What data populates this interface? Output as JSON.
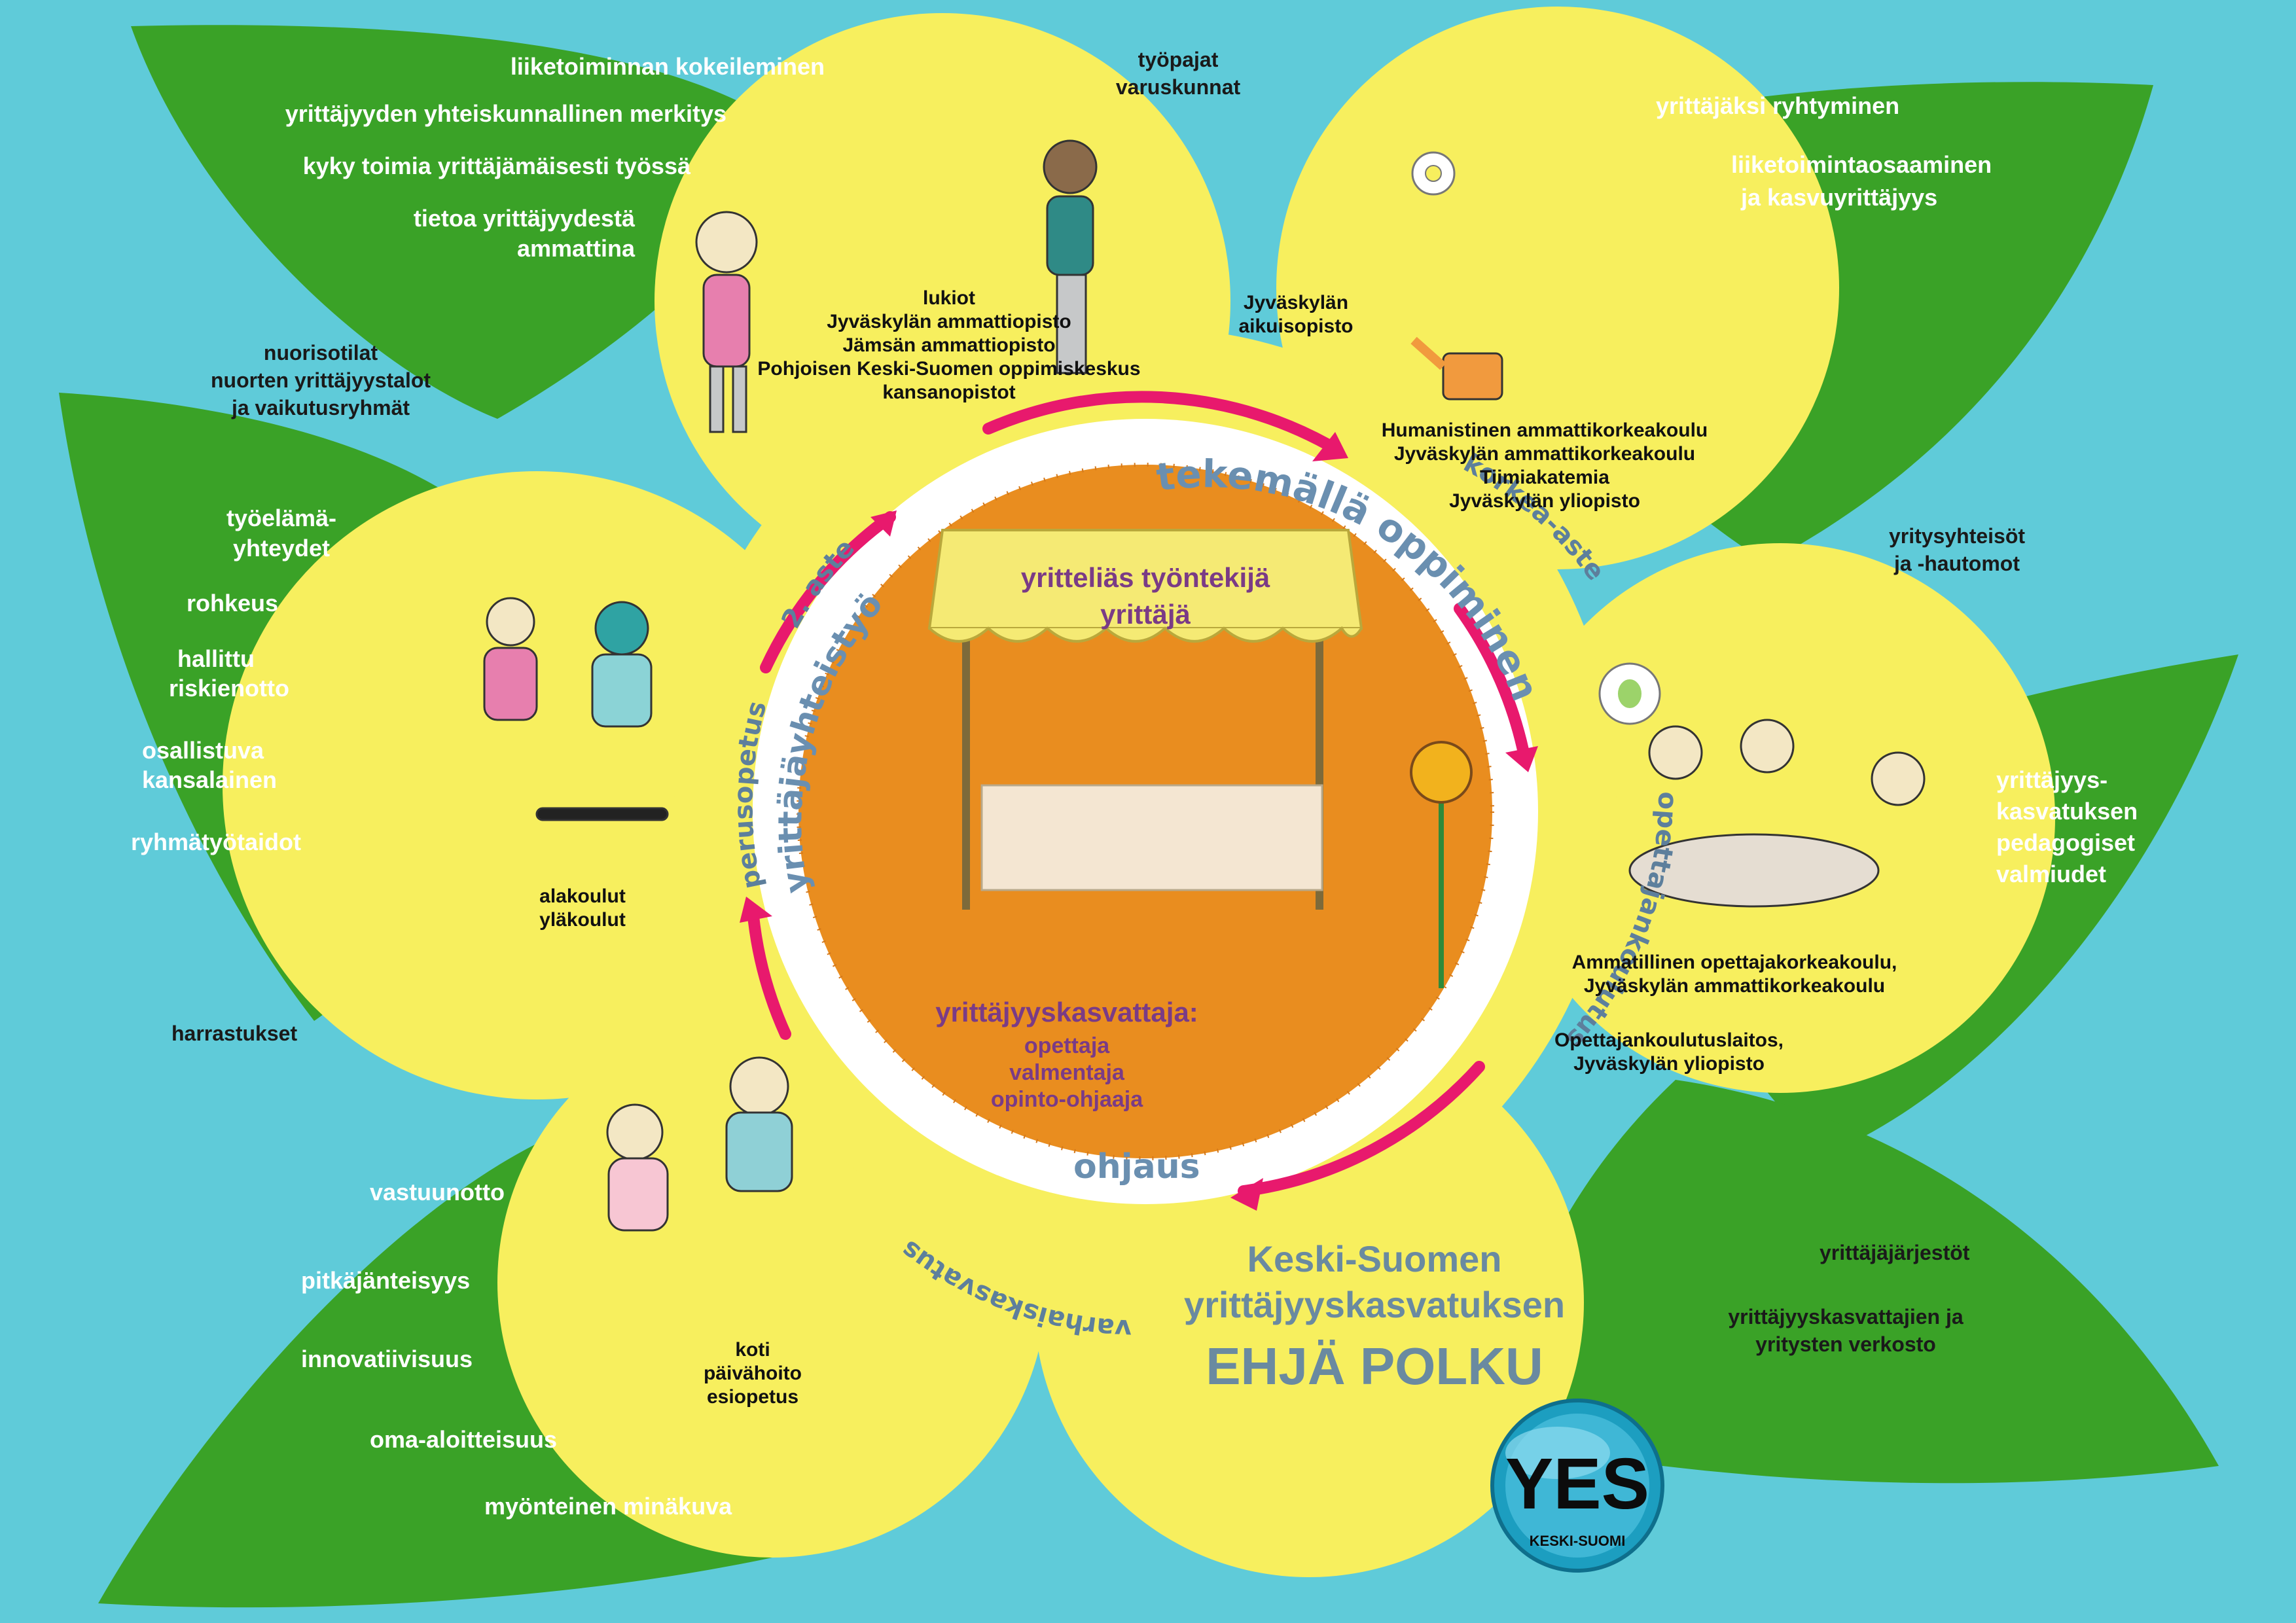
{
  "colors": {
    "sky": "#5fcbd9",
    "leaf": "#3aa227",
    "petal": "#f7ef5e",
    "center_orange": "#e98d1f",
    "ring_white": "#ffffff",
    "arrow_pink": "#e8196d",
    "ring_text": "#5d7f9c",
    "role_text": "#7a3b86"
  },
  "leaf_top_left": {
    "items": [
      "liiketoiminnan kokeileminen",
      "yrittäjyyden yhteiskunnallinen merkitys",
      "kyky toimia yrittäjämäisesti työssä",
      "tietoa yrittäjyydestä",
      "ammattina"
    ]
  },
  "leaf_left": {
    "items": [
      "työelämä-",
      "yhteydet",
      "rohkeus",
      "hallittu",
      "riskienotto",
      "osallistuva",
      "kansalainen",
      "ryhmätyötaidot"
    ]
  },
  "leaf_bottom_left": {
    "items": [
      "vastuunotto",
      "pitkäjänteisyys",
      "innovatiivisuus",
      "oma-aloitteisuus",
      "myönteinen minäkuva"
    ]
  },
  "leaf_top_right": {
    "items": [
      "yrittäjäksi ryhtyminen",
      "liiketoimintaosaaminen",
      "ja kasvuyrittäjyys"
    ]
  },
  "leaf_right": {
    "items": [
      "yrittäjyys-",
      "kasvatuksen",
      "pedagogiset",
      "valmiudet"
    ]
  },
  "outer_labels": {
    "tyopajat": [
      "työpajat",
      "varuskunnat"
    ],
    "nuorisotilat": [
      "nuorisotilat",
      "nuorten yrittäjyystalot",
      "ja vaikutusryhmät"
    ],
    "harrastukset": "harrastukset",
    "yritysyhteisot": [
      "yritysyhteisöt",
      "ja -hautomot"
    ],
    "yrittajajarjestot": "yrittäjäjärjestöt",
    "verkosto": [
      "yrittäjyyskasvattajien ja",
      "yritysten verkosto"
    ]
  },
  "petal_institutions": {
    "toinen_aste": [
      "lukiot",
      "Jyväskylän ammattiopisto",
      "Jämsän ammattiopisto",
      "Pohjoisen Keski-Suomen oppimiskeskus",
      "kansanopistot"
    ],
    "aikuisopisto": [
      "Jyväskylän",
      "aikuisopisto"
    ],
    "korkea_aste": [
      "Humanistinen ammattikorkeakoulu",
      "Jyväskylän ammattikorkeakoulu",
      "Tiimiakatemia",
      "Jyväskylän yliopisto"
    ],
    "opettajankoulutus_1": [
      "Ammatillinen opettajakorkeakoulu,",
      "Jyväskylän ammattikorkeakoulu"
    ],
    "opettajankoulutus_2": [
      "Opettajankoulutuslaitos,",
      "Jyväskylän yliopisto"
    ],
    "perusopetus": [
      "alakoulut",
      "yläkoulut"
    ],
    "varhaiskasvatus": [
      "koti",
      "päivähoito",
      "esiopetus"
    ]
  },
  "ring_labels": {
    "toinen_aste": "2. aste",
    "korkea_aste": "korkea-aste",
    "opettajankoulutus": "opettajankoulutus",
    "varhaiskasvatus": "varhaiskasvatus",
    "perusopetus": "perusopetus"
  },
  "ring_big_labels": {
    "tekemalla": "tekemällä oppiminen",
    "yhteistyo": "yrittäjäyhteistyö",
    "ohjaus": "ohjaus"
  },
  "center": {
    "role_1": "yritteliäs työntekijä",
    "role_2": "yrittäjä",
    "educator_title": "yrittäjyyskasvattaja:",
    "educator_roles": [
      "opettaja",
      "valmentaja",
      "opinto-ohjaaja"
    ]
  },
  "title": {
    "line1": "Keski-Suomen",
    "line2": "yrittäjyyskasvatuksen",
    "line3": "EHJÄ POLKU"
  },
  "logo": {
    "word": "YES",
    "sub": "KESKI-SUOMI"
  },
  "icons": {
    "kids": "child-figure-icon",
    "flower": "flower-icon",
    "watering_can": "watering-can-icon",
    "lightbulb": "lightbulb-icon"
  }
}
